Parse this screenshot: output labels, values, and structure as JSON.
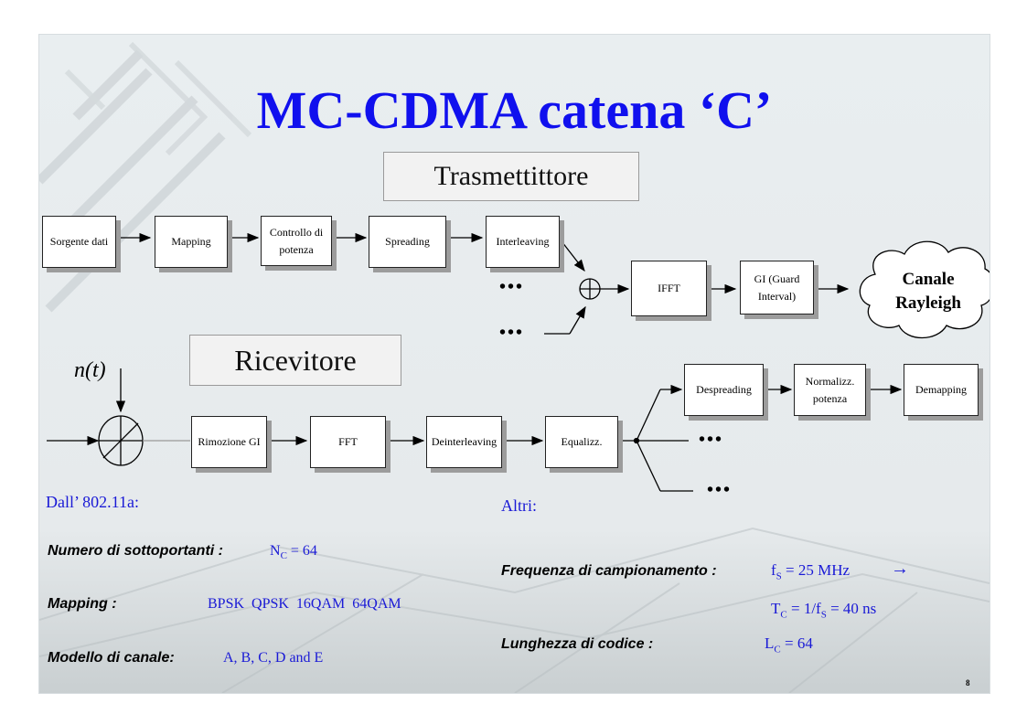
{
  "title": "MC-CDMA catena ‘C’",
  "section_labels": {
    "transmitter": "Trasmettittore",
    "receiver": "Ricevitore"
  },
  "transmitter_blocks": {
    "source": "Sorgente dati",
    "mapping": "Mapping",
    "power_control": "Controllo di potenza",
    "spreading": "Spreading",
    "interleaving": "Interleaving",
    "ifft": "IFFT",
    "guard_interval": "GI (Guard Interval)"
  },
  "channel": "Canale Rayleigh",
  "noise_label": "n(t)",
  "receiver_blocks": {
    "gi_removal": "Rimozione GI",
    "fft": "FFT",
    "deinterleaving": "Deinterleaving",
    "equalizer": "Equalizz.",
    "despreading": "Despreading",
    "power_normalization": "Normalizz. potenza",
    "demapping": "Demapping"
  },
  "ellipsis": "•••",
  "params_80211a": {
    "heading": "Dall’ 802.11a:",
    "subcarriers_label": "Numero di sottoportanti :",
    "subcarriers_value": "N",
    "subcarriers_sub": "C",
    "subcarriers_tail": " = 64",
    "mapping_label": "Mapping :",
    "mapping_value": "BPSK  QPSK  16QAM  64QAM",
    "channel_model_label": "Modello di canale:",
    "channel_model_value": "A, B, C, D and E"
  },
  "params_other": {
    "heading": "Altri:",
    "sampling_label": "Frequenza di campionamento :",
    "fs_main": "f",
    "fs_sub": "S",
    "fs_tail": " = 25 MHz",
    "arrow": "→",
    "tc_main": "T",
    "tc_sub": "C",
    "tc_mid": " = 1/f",
    "tc_sub2": "S",
    "tc_tail": " = 40 ns",
    "code_length_label": "Lunghezza di codice :",
    "lc_main": "L",
    "lc_sub": "C",
    "lc_tail": " = 64"
  },
  "page_number": "8"
}
